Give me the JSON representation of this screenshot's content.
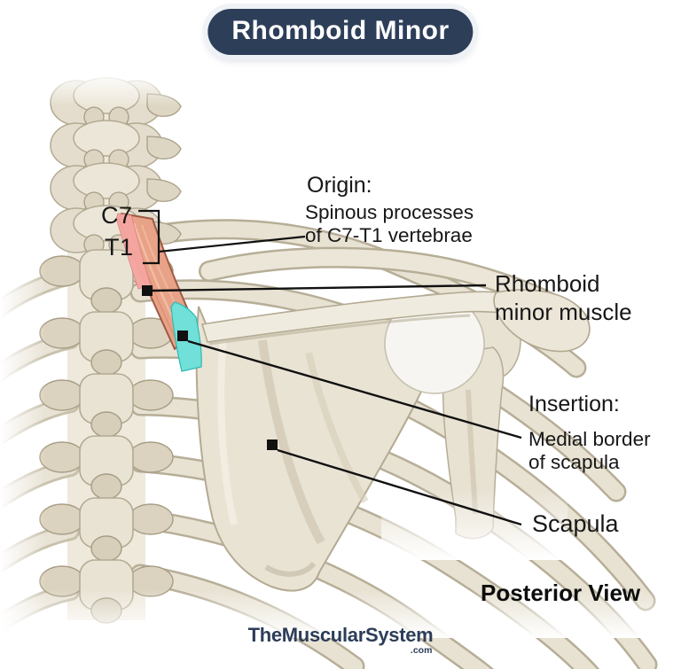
{
  "title": "Rhomboid Minor",
  "vertebra_labels": {
    "c7": "C7",
    "t1": "T1"
  },
  "annotations": {
    "origin": {
      "heading": "Origin:",
      "line1": "Spinous processes",
      "line2": "of C7-T1 vertebrae"
    },
    "muscle": {
      "line1": "Rhomboid",
      "line2": "minor muscle"
    },
    "insertion": {
      "heading": "Insertion:",
      "line1": "Medial border",
      "line2": "of scapula"
    },
    "scapula": "Scapula",
    "view": "Posterior View"
  },
  "footer": {
    "brand": "TheMuscularSystem",
    "tld": ".com"
  },
  "colors": {
    "badge_bg": "#2d3e59",
    "badge_text": "#ffffff",
    "muscle_highlight": "#e8a287",
    "muscle_edge": "#9e5a44",
    "origin_tendon": "#f6a6a1",
    "insertion_highlight": "#70e0d9",
    "bone": "#e8e2d3",
    "label_text": "#171717"
  }
}
